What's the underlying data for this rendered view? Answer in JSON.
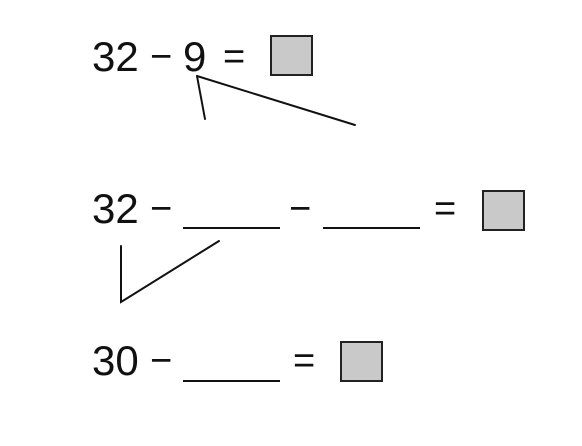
{
  "row1": {
    "minuend": "32",
    "minus": "−",
    "subtrahend": "9",
    "equals": "="
  },
  "row2": {
    "minuend": "32",
    "minus1": "−",
    "minus2": "−",
    "equals": "="
  },
  "row3": {
    "minuend": "30",
    "minus": "−",
    "equals": "="
  },
  "colors": {
    "answer_box_fill": "#c9c9c9",
    "ink": "#111111"
  }
}
